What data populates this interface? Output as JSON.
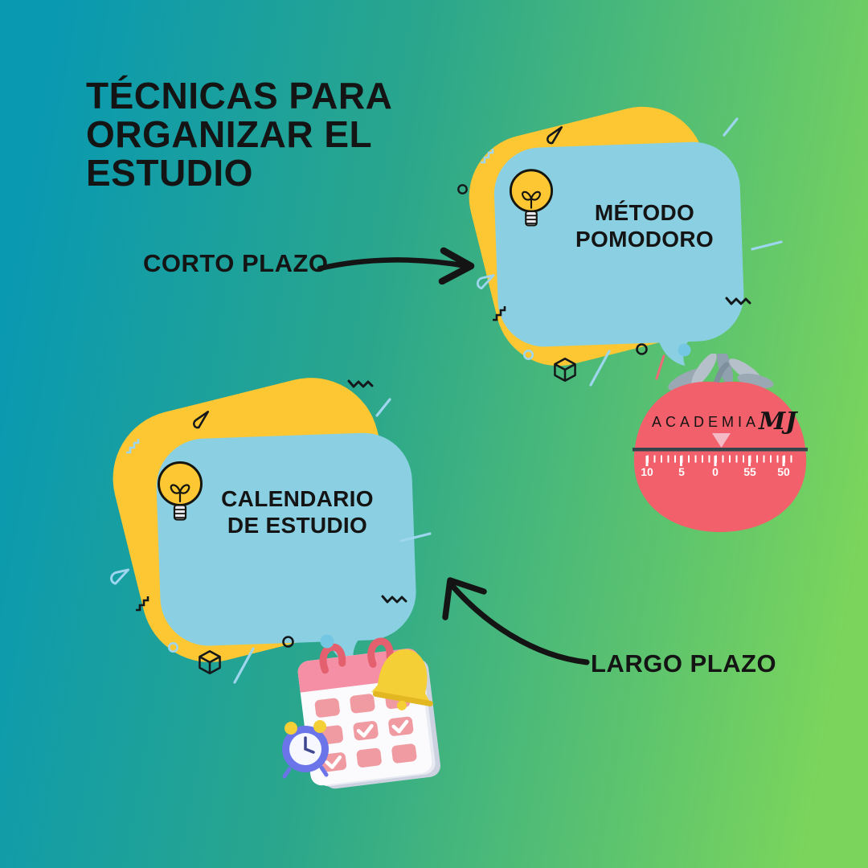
{
  "poster": {
    "title_lines": [
      "TÉCNICAS PARA",
      "ORGANIZAR EL",
      "ESTUDIO"
    ]
  },
  "callouts": {
    "corto": {
      "label": "CORTO PLAZO"
    },
    "largo": {
      "label": "LARGO PLAZO"
    }
  },
  "bubbles": {
    "pomodoro": {
      "line1": "MÉTODO",
      "line2": "POMODORO"
    },
    "calendario": {
      "line1": "CALENDARIO",
      "line2": "DE ESTUDIO"
    }
  },
  "timer": {
    "brand": "ACADEMIA",
    "brand_script": "MJ",
    "dial_numbers": [
      "10",
      "5",
      "0",
      "55",
      "50"
    ]
  },
  "colors": {
    "bg_left": "#0999b1",
    "bg_right": "#7bd55c",
    "bubble_blue": "#8ad0e2",
    "blob_yellow": "#fcc733",
    "tomato_red": "#f2606b",
    "deco_lightblue": "#9fd6ef",
    "text": "#141414"
  }
}
